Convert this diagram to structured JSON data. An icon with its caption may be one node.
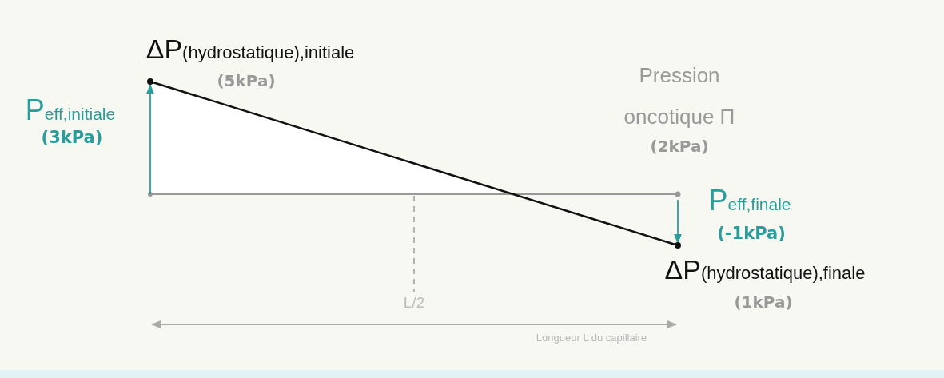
{
  "diagram": {
    "labels": [
      "ΔP$_{(hydrostatique),initiale}$",
      "(5kPa)",
      "P$_{eff,initiale}$",
      "(3kPa)",
      "Pression oncotique Π",
      "(2kPa)",
      "P$_{eff,finale}$",
      "(-1kPa)",
      "ΔP$_{(hydrostatique),finale}$",
      "(1kPa)",
      "L/2",
      "Longueur L du capillaire"
    ]
  }
}
